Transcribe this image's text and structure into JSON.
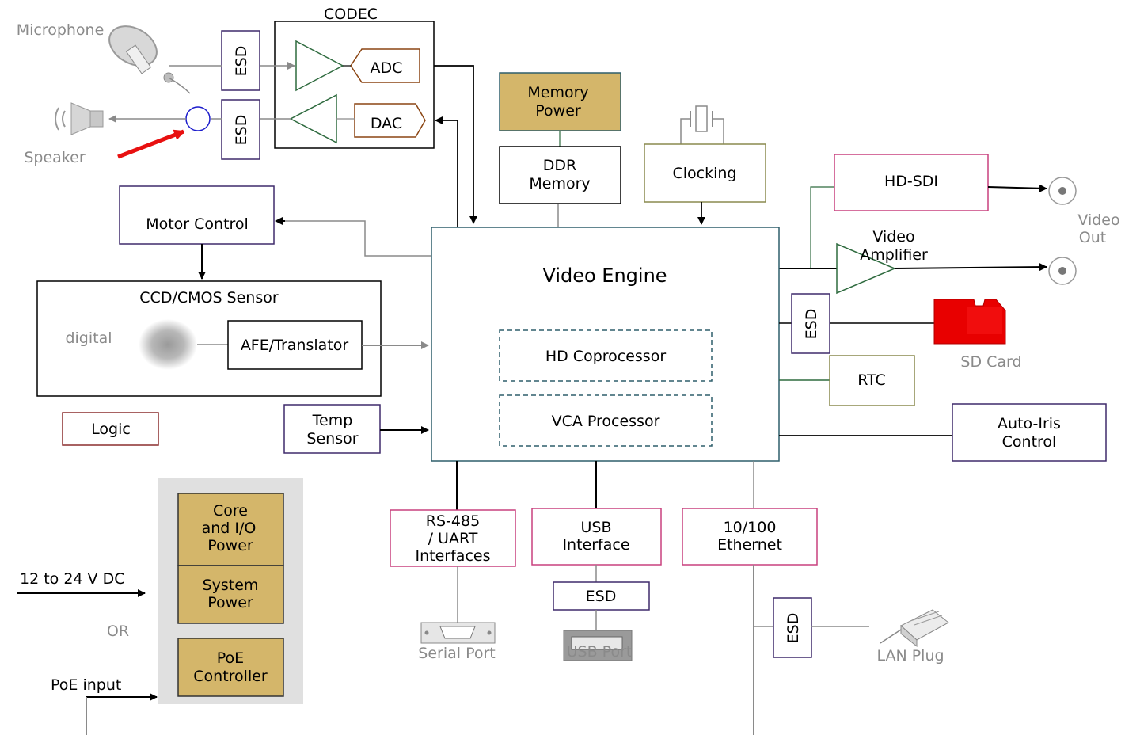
{
  "codec": {
    "title": "CODEC",
    "adc": "ADC",
    "dac": "DAC",
    "esd_top": "ESD",
    "esd_bottom": "ESD"
  },
  "microphone": {
    "label": "Microphone",
    "icon": "microphone-icon"
  },
  "speaker": {
    "label": "Speaker",
    "icon": "speaker-icon"
  },
  "memory_power": {
    "line1": "Memory",
    "line2": "Power"
  },
  "ddr_memory": {
    "line1": "DDR",
    "line2": "Memory"
  },
  "clocking": {
    "label": "Clocking",
    "icon": "crystal-oscillator-icon"
  },
  "hd_sdi": {
    "label": "HD-SDI"
  },
  "video_out": {
    "line1": "Video",
    "line2": "Out",
    "icon": "rca-jack-icon"
  },
  "video_amplifier": {
    "line1": "Video",
    "line2": "Amplifier"
  },
  "motor_control": {
    "label": "Motor Control"
  },
  "sensor": {
    "title": "CCD/CMOS Sensor",
    "digital_label": "digital",
    "afe_label": "AFE/Translator"
  },
  "video_engine": {
    "title": "Video Engine",
    "hd_coprocessor": "HD Coprocessor",
    "vca_processor": "VCA Processor"
  },
  "esd_sd": "ESD",
  "sd_card": {
    "label": "SD Card",
    "icon": "sd-card-icon"
  },
  "rtc": {
    "label": "RTC"
  },
  "auto_iris": {
    "line1": "Auto-Iris",
    "line2": "Control"
  },
  "logic": {
    "label": "Logic"
  },
  "temp_sensor": {
    "line1": "Temp",
    "line2": "Sensor"
  },
  "power": {
    "core_line1": "Core",
    "core_line2": "and I/O",
    "core_line3": "Power",
    "system_line1": "System",
    "system_line2": "Power",
    "poe_line1": "PoE",
    "poe_line2": "Controller",
    "dc_input": "12 to 24 V DC",
    "or_label": "OR",
    "poe_input": "PoE input"
  },
  "rs485": {
    "line1": "RS-485",
    "line2": "/ UART",
    "line3": "Interfaces"
  },
  "serial_port": {
    "label": "Serial Port",
    "icon": "serial-port-icon"
  },
  "usb": {
    "line1": "USB",
    "line2": "Interface",
    "esd": "ESD"
  },
  "usb_port": {
    "label": "USB Port",
    "icon": "usb-port-icon"
  },
  "ethernet": {
    "line1": "10/100",
    "line2": "Ethernet",
    "esd": "ESD"
  },
  "lan_plug": {
    "label": "LAN Plug",
    "icon": "lan-plug-icon"
  },
  "colors": {
    "gold_fill": "#d4b66a",
    "teal_border": "#2e5f6b",
    "pink_border": "#c9417e",
    "purple_border": "#3f2a6b",
    "olive_border": "#8a8a4f",
    "brown_border": "#8b2e2e",
    "green_amp": "#2f6b3f",
    "adc_border": "#8b4513",
    "sd_red": "#e80000",
    "highlight_arrow": "#e81010",
    "jack_blue": "#1c1ccc"
  }
}
